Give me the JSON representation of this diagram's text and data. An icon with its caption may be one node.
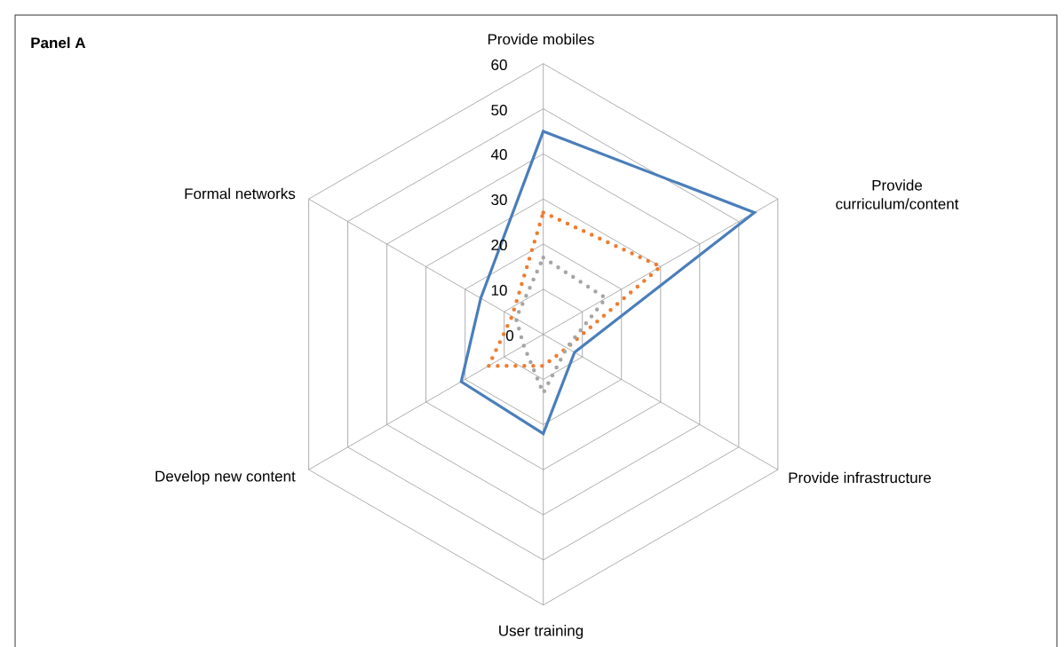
{
  "diagram": {
    "title": "Panel A",
    "labels": [
      "Provide mobiles",
      "60",
      "50",
      "40",
      "Formal networks",
      "Provide curriculum/content",
      "30",
      "20",
      "10",
      "0",
      "Develop new content",
      "Provide infrastructure",
      "User training"
    ]
  }
}
